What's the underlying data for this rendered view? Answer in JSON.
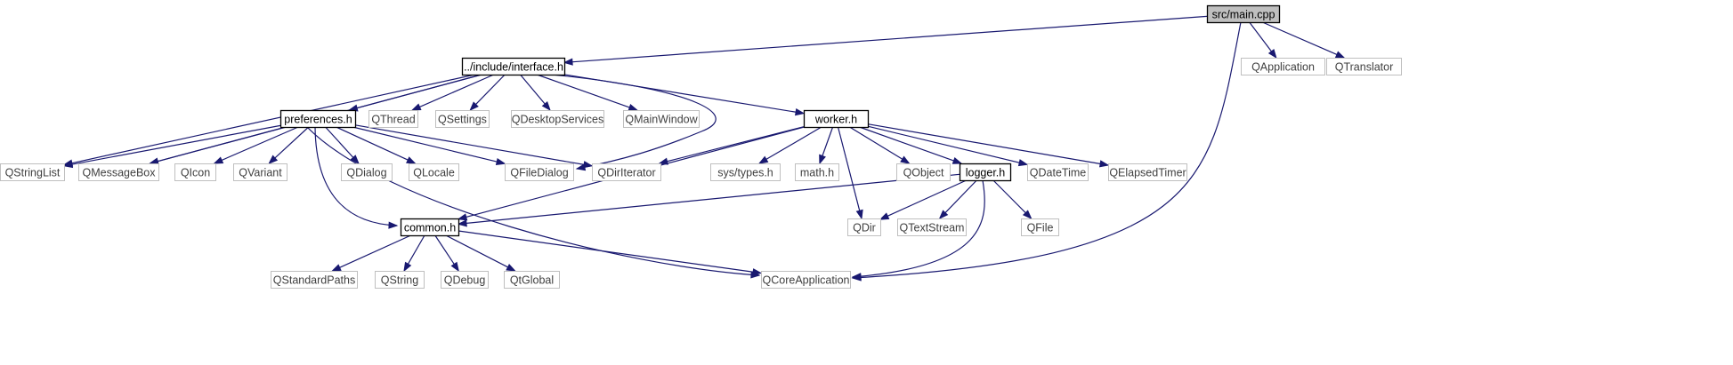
{
  "diagram": {
    "type": "include-dependency-graph",
    "colors": {
      "edge": "#191970",
      "root_fill": "#bfbfbf",
      "external_border": "#bfbfbf",
      "header_border": "#000000"
    },
    "nodes": [
      {
        "id": "main",
        "label": "src/main.cpp",
        "kind": "root"
      },
      {
        "id": "interface",
        "label": "../include/interface.h",
        "kind": "header"
      },
      {
        "id": "qapplication",
        "label": "QApplication",
        "kind": "external"
      },
      {
        "id": "qtranslator",
        "label": "QTranslator",
        "kind": "external"
      },
      {
        "id": "preferences",
        "label": "preferences.h",
        "kind": "header"
      },
      {
        "id": "qthread",
        "label": "QThread",
        "kind": "external"
      },
      {
        "id": "qsettings",
        "label": "QSettings",
        "kind": "external"
      },
      {
        "id": "qdesktopservices",
        "label": "QDesktopServices",
        "kind": "external"
      },
      {
        "id": "qmainwindow",
        "label": "QMainWindow",
        "kind": "external"
      },
      {
        "id": "worker",
        "label": "worker.h",
        "kind": "header"
      },
      {
        "id": "qstringlist",
        "label": "QStringList",
        "kind": "external"
      },
      {
        "id": "qmessagebox",
        "label": "QMessageBox",
        "kind": "external"
      },
      {
        "id": "qicon",
        "label": "QIcon",
        "kind": "external"
      },
      {
        "id": "qvariant",
        "label": "QVariant",
        "kind": "external"
      },
      {
        "id": "qdialog",
        "label": "QDialog",
        "kind": "external"
      },
      {
        "id": "qlocale",
        "label": "QLocale",
        "kind": "external"
      },
      {
        "id": "qfiledialog",
        "label": "QFileDialog",
        "kind": "external"
      },
      {
        "id": "qdiriterator",
        "label": "QDirIterator",
        "kind": "external"
      },
      {
        "id": "systypes",
        "label": "sys/types.h",
        "kind": "external"
      },
      {
        "id": "mathh",
        "label": "math.h",
        "kind": "external"
      },
      {
        "id": "qobject",
        "label": "QObject",
        "kind": "external"
      },
      {
        "id": "logger",
        "label": "logger.h",
        "kind": "header"
      },
      {
        "id": "qdatetime",
        "label": "QDateTime",
        "kind": "external"
      },
      {
        "id": "qelapsedtimer",
        "label": "QElapsedTimer",
        "kind": "external"
      },
      {
        "id": "common",
        "label": "common.h",
        "kind": "header"
      },
      {
        "id": "qdir",
        "label": "QDir",
        "kind": "external"
      },
      {
        "id": "qtextstream",
        "label": "QTextStream",
        "kind": "external"
      },
      {
        "id": "qfile",
        "label": "QFile",
        "kind": "external"
      },
      {
        "id": "qstandardpaths",
        "label": "QStandardPaths",
        "kind": "external"
      },
      {
        "id": "qstring",
        "label": "QString",
        "kind": "external"
      },
      {
        "id": "qdebug",
        "label": "QDebug",
        "kind": "external"
      },
      {
        "id": "qtglobal",
        "label": "QtGlobal",
        "kind": "external"
      },
      {
        "id": "qcoreapplication",
        "label": "QCoreApplication",
        "kind": "external"
      }
    ],
    "edges": [
      [
        "main",
        "interface"
      ],
      [
        "main",
        "qapplication"
      ],
      [
        "main",
        "qtranslator"
      ],
      [
        "main",
        "qcoreapplication"
      ],
      [
        "interface",
        "preferences"
      ],
      [
        "interface",
        "qthread"
      ],
      [
        "interface",
        "qsettings"
      ],
      [
        "interface",
        "qdesktopservices"
      ],
      [
        "interface",
        "qmainwindow"
      ],
      [
        "interface",
        "worker"
      ],
      [
        "interface",
        "qstringlist"
      ],
      [
        "interface",
        "qmessagebox"
      ],
      [
        "interface",
        "qfiledialog"
      ],
      [
        "preferences",
        "qstringlist"
      ],
      [
        "preferences",
        "qmessagebox"
      ],
      [
        "preferences",
        "qicon"
      ],
      [
        "preferences",
        "qvariant"
      ],
      [
        "preferences",
        "qdialog"
      ],
      [
        "preferences",
        "qlocale"
      ],
      [
        "preferences",
        "qfiledialog"
      ],
      [
        "preferences",
        "qdiriterator"
      ],
      [
        "preferences",
        "common"
      ],
      [
        "preferences",
        "qcoreapplication"
      ],
      [
        "worker",
        "qdiriterator"
      ],
      [
        "worker",
        "systypes"
      ],
      [
        "worker",
        "mathh"
      ],
      [
        "worker",
        "qobject"
      ],
      [
        "worker",
        "logger"
      ],
      [
        "worker",
        "qdatetime"
      ],
      [
        "worker",
        "qelapsedtimer"
      ],
      [
        "worker",
        "common"
      ],
      [
        "worker",
        "qdir"
      ],
      [
        "logger",
        "common"
      ],
      [
        "logger",
        "qdir"
      ],
      [
        "logger",
        "qtextstream"
      ],
      [
        "logger",
        "qfile"
      ],
      [
        "logger",
        "qcoreapplication"
      ],
      [
        "common",
        "qstandardpaths"
      ],
      [
        "common",
        "qstring"
      ],
      [
        "common",
        "qdebug"
      ],
      [
        "common",
        "qtglobal"
      ],
      [
        "common",
        "qcoreapplication"
      ]
    ]
  }
}
